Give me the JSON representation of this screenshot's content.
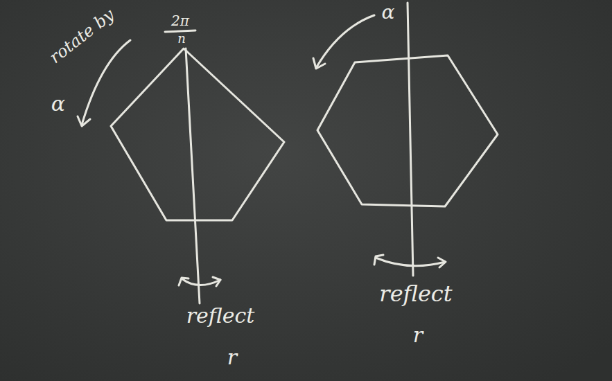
{
  "diagram": {
    "labels": [
      "rotate by",
      "2π",
      "n",
      "α",
      "reflect",
      "r",
      "α",
      "reflect",
      "r"
    ]
  }
}
